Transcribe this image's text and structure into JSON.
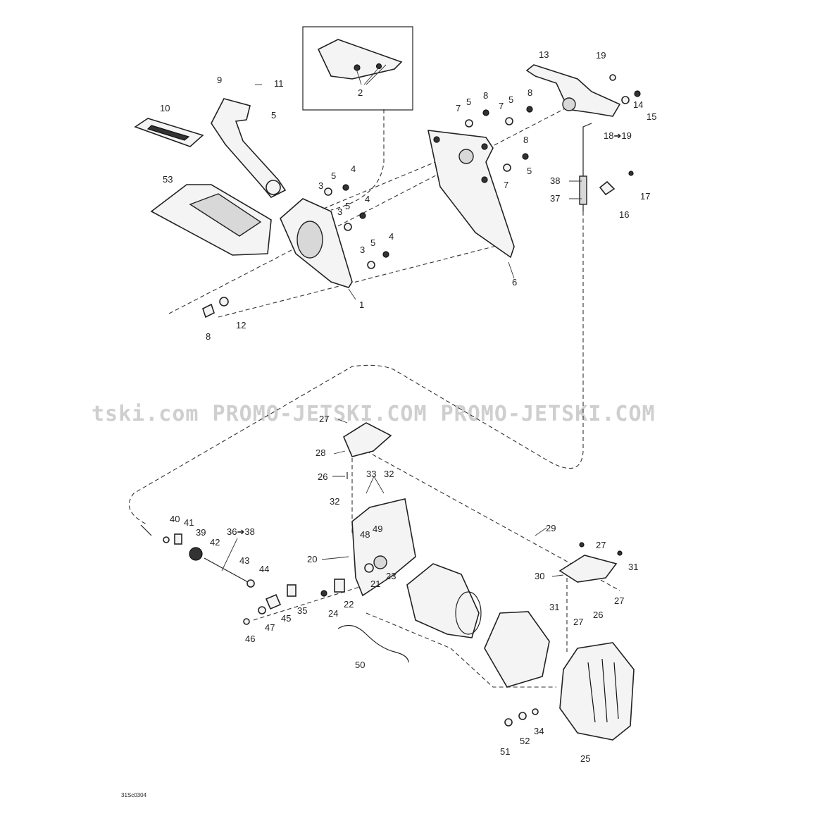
{
  "watermark": "tski.com  PROMO-JETSKI.COM  PROMO-JETSKI.COM",
  "drawing_code": "31Sc0304",
  "callouts": {
    "c1": "1",
    "c2": "2",
    "c3a": "3",
    "c3b": "3",
    "c3c": "3",
    "c4a": "4",
    "c4b": "4",
    "c4c": "4",
    "c5a": "5",
    "c5b": "5",
    "c5c": "5",
    "c5d": "5",
    "c5e": "5",
    "c5f": "5",
    "c5g": "5",
    "c6": "6",
    "c7a": "7",
    "c7b": "7",
    "c7c": "7",
    "c8a": "8",
    "c8b": "8",
    "c8c": "8",
    "c8d": "8",
    "c9": "9",
    "c10": "10",
    "c11": "11",
    "c12": "12",
    "c13": "13",
    "c14": "14",
    "c15": "15",
    "c16": "16",
    "c17": "17",
    "c18": "18➔19",
    "c19": "19",
    "c20": "20",
    "c21": "21",
    "c22": "22",
    "c23": "23",
    "c24": "24",
    "c25": "25",
    "c26a": "26",
    "c26b": "26",
    "c27a": "27",
    "c27b": "27",
    "c27c": "27",
    "c27d": "27",
    "c28": "28",
    "c29": "29",
    "c30": "30",
    "c31a": "31",
    "c31b": "31",
    "c32a": "32",
    "c32b": "32",
    "c33": "33",
    "c34": "34",
    "c35": "35",
    "c36": "36➔38",
    "c37": "37",
    "c38": "38",
    "c39": "39",
    "c40": "40",
    "c41": "41",
    "c42": "42",
    "c43": "43",
    "c44": "44",
    "c45": "45",
    "c46": "46",
    "c47": "47",
    "c48": "48",
    "c49": "49",
    "c50": "50",
    "c51": "51",
    "c52": "52",
    "c53": "53"
  },
  "colors": {
    "line": "#222222",
    "watermark": "#cfcfcf",
    "background": "#ffffff"
  }
}
